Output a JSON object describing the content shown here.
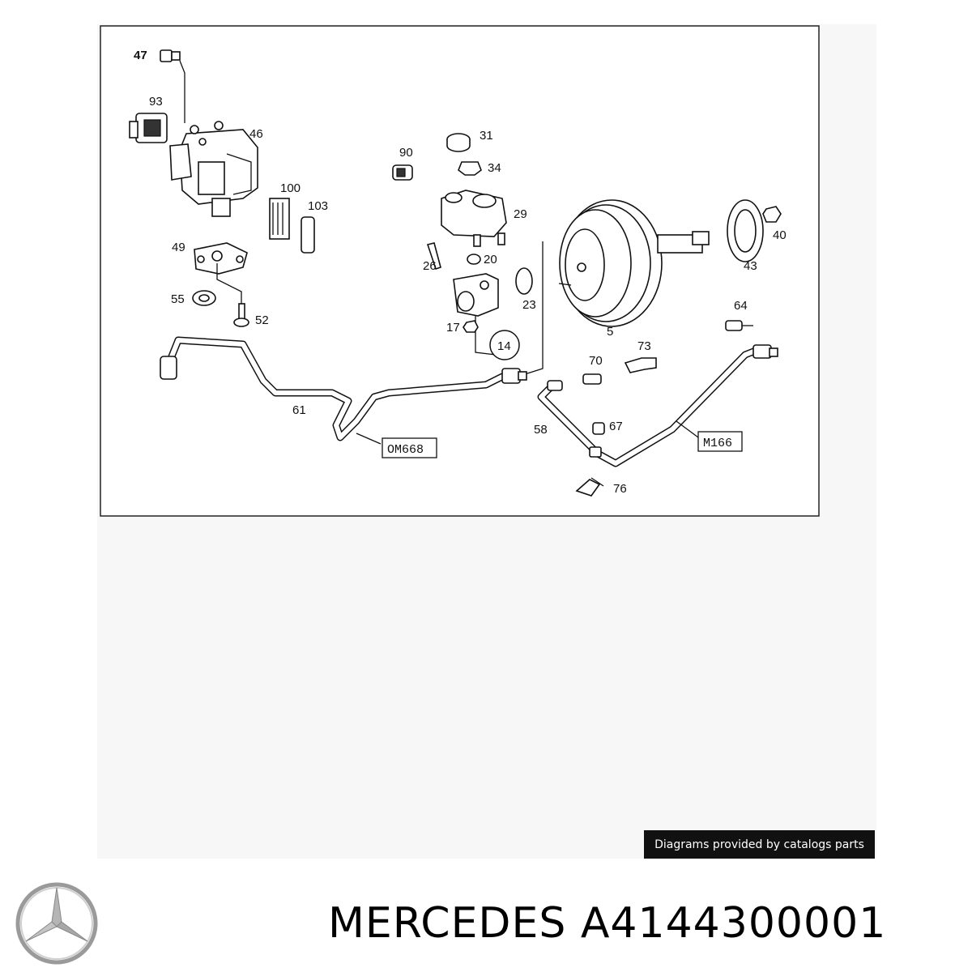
{
  "diagram": {
    "callouts": {
      "p47": "47",
      "p93": "93",
      "p46": "46",
      "p100": "100",
      "p103": "103",
      "p49": "49",
      "p55": "55",
      "p52": "52",
      "p90": "90",
      "p31": "31",
      "p34": "34",
      "p29": "29",
      "p26": "26",
      "p20": "20",
      "p23": "23",
      "p17": "17",
      "p14": "14",
      "p5": "5",
      "p40": "40",
      "p43": "43",
      "p64": "64",
      "p70": "70",
      "p73": "73",
      "p61": "61",
      "p58": "58",
      "p67": "67",
      "p76": "76"
    },
    "engine_labels": {
      "left": "OM668",
      "right": "M166"
    }
  },
  "credit": "Diagrams provided by catalogs parts",
  "title": "MERCEDES A4144300001",
  "logo": {
    "icon": "mercedes-star-icon"
  }
}
